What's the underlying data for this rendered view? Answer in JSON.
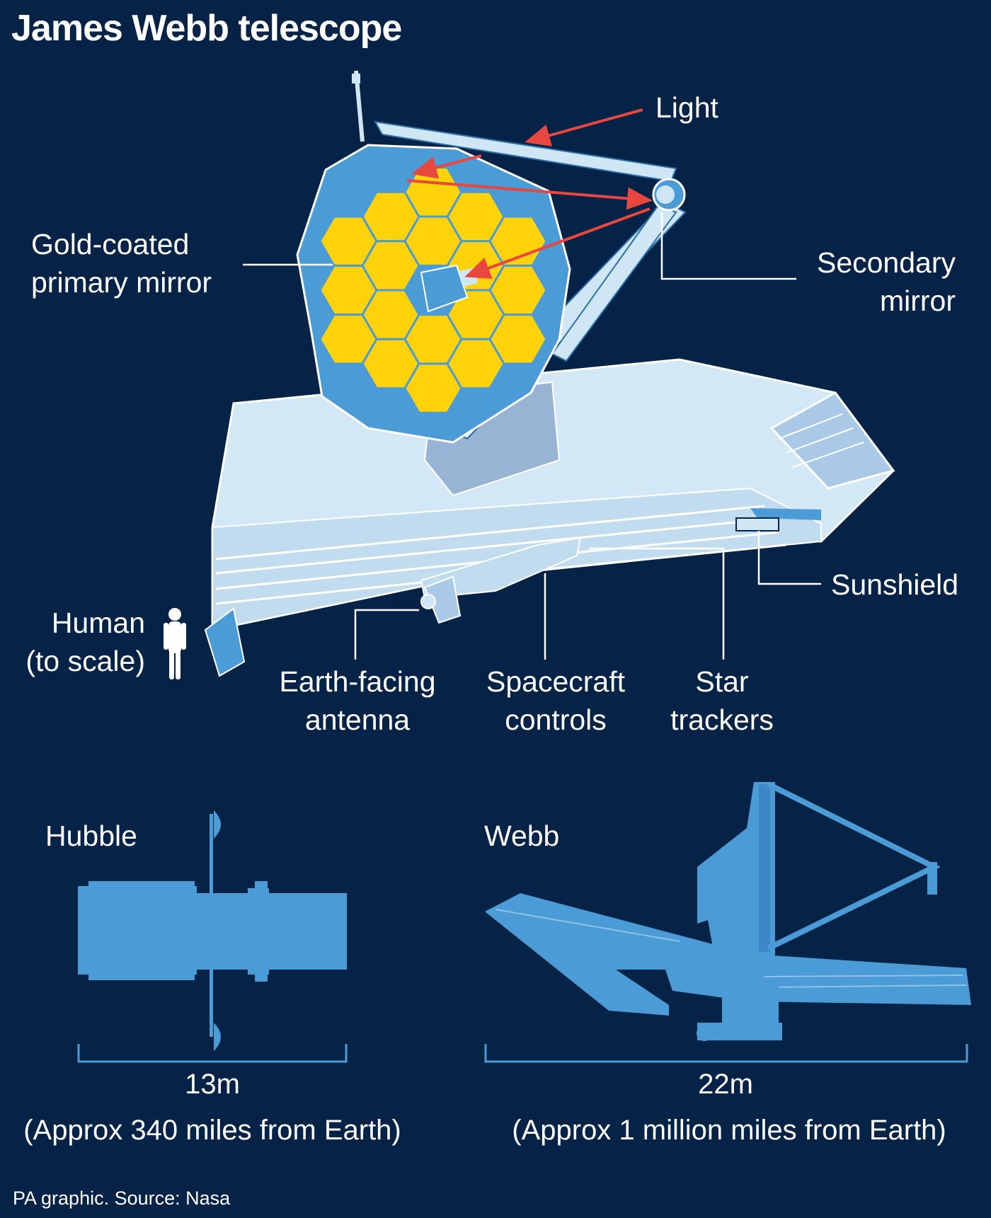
{
  "title": "James Webb telescope",
  "labels": {
    "light": "Light",
    "primary_mirror": [
      "Gold-coated",
      "primary mirror"
    ],
    "secondary_mirror": [
      "Secondary",
      "mirror"
    ],
    "sunshield": "Sunshield",
    "human": [
      "Human",
      "(to scale)"
    ],
    "antenna": [
      "Earth-facing",
      "antenna"
    ],
    "controls": [
      "Spacecraft",
      "controls"
    ],
    "trackers": [
      "Star",
      "trackers"
    ]
  },
  "comparison": {
    "hubble": {
      "name": "Hubble",
      "size": "13m",
      "distance": "(Approx 340 miles from Earth)"
    },
    "webb": {
      "name": "Webb",
      "size": "22m",
      "distance": "(Approx 1 million miles from Earth)"
    }
  },
  "credit": "PA graphic. Source: Nasa",
  "colors": {
    "background": "#052347",
    "mirror_gold": "#ffd20a",
    "silhouette_blue": "#4b9bd6",
    "shield_light": "#cfe6f5",
    "light_arrow": "#e8473f"
  }
}
